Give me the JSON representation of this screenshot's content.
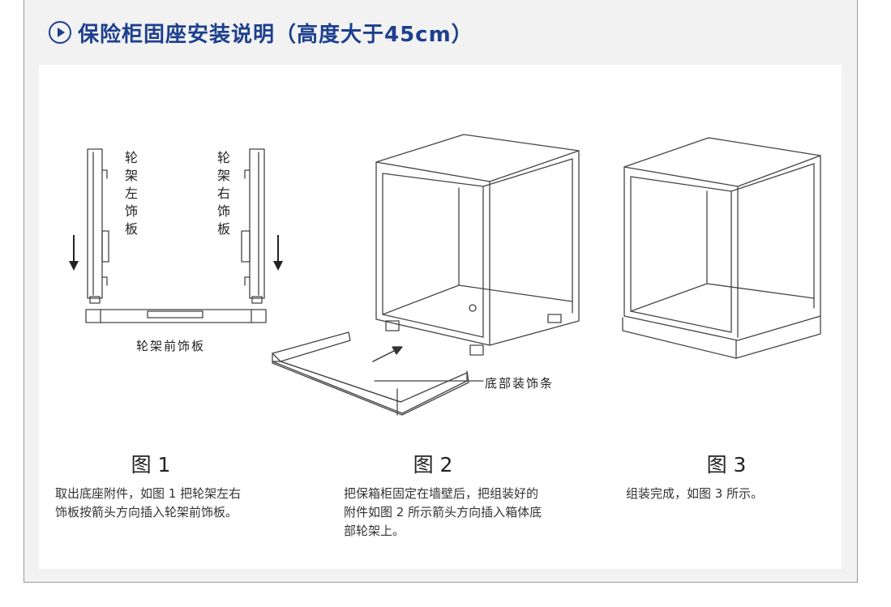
{
  "header": {
    "title": "保险柜固座安装说明（高度大于45cm）",
    "icon": "play-circle-icon",
    "accent_color": "#1d3f8e"
  },
  "figure1": {
    "label_left_panel": [
      "轮",
      "架",
      "左",
      "饰",
      "板"
    ],
    "label_right_panel": [
      "轮",
      "架",
      "右",
      "饰",
      "板"
    ],
    "label_front_panel": "轮架前饰板",
    "title": "图 1",
    "caption_lines": [
      "取出底座附件，如图 1 把轮架左右",
      "饰板按箭头方向插入轮架前饰板。"
    ]
  },
  "figure2": {
    "label_strip": "底部装饰条",
    "title": "图 2",
    "caption_lines": [
      "把保箱柜固定在墙壁后，把组装好的",
      "附件如图 2 所示箭头方向插入箱体底",
      "部轮架上。"
    ]
  },
  "figure3": {
    "title": "图 3",
    "caption_lines": [
      "组装完成，如图 3 所示。"
    ]
  }
}
